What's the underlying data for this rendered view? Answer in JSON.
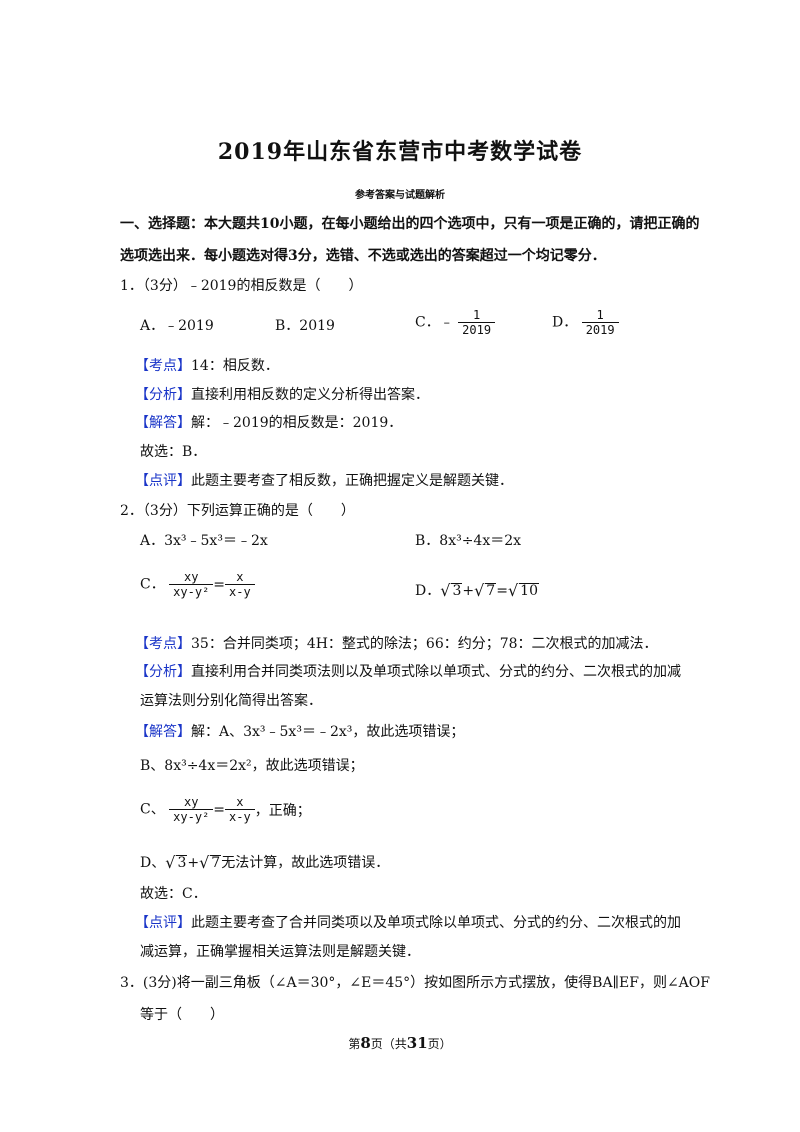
{
  "title": "2019年山东省东营市中考数学试卷",
  "subtitle": "参考答案与试题解析",
  "section": {
    "line1": "一、选择题：本大题共10小题，在每小题给出的四个选项中，只有一项是正确的，请把正确的",
    "line2": "选项选出来．每小题选对得3分，选错、不选或选出的答案超过一个均记零分．"
  },
  "q1": {
    "stem": "1．（3分）﹣2019的相反数是（　　）",
    "optA": "A．﹣2019",
    "optB": "B．2019",
    "optC_label": "C．﹣",
    "optD_label": "D．",
    "frac_num": "1",
    "frac_den": "2019",
    "kaodian_tag": "【考点】",
    "kaodian": "14：相反数．",
    "fenxi_tag": "【分析】",
    "fenxi": "直接利用相反数的定义分析得出答案．",
    "jieda_tag": "【解答】",
    "jieda": "解：﹣2019的相反数是：2019．",
    "guxuan": "故选：B．",
    "dianping_tag": "【点评】",
    "dianping": "此题主要考查了相反数，正确把握定义是解题关键．"
  },
  "q2": {
    "stem": "2．（3分）下列运算正确的是（　　）",
    "optA": "A．3x³﹣5x³＝﹣2x",
    "optB": "B．8x³÷4x＝2x",
    "optC_label": "C．",
    "optD_label": "D．",
    "frac_left_num": "xy",
    "frac_left_den": "xy-y²",
    "frac_right_num": "x",
    "frac_right_den": "x-y",
    "sqrt3": "3",
    "sqrt7": "7",
    "sqrt10": "10",
    "kaodian_tag": "【考点】",
    "kaodian": "35：合并同类项；4H：整式的除法；66：约分；78：二次根式的加减法．",
    "fenxi_tag": "【分析】",
    "fenxi_1": "直接利用合并同类项法则以及单项式除以单项式、分式的约分、二次根式的加减",
    "fenxi_2": "运算法则分别化简得出答案．",
    "jieda_tag": "【解答】",
    "jieda_a": "解：A、3x³﹣5x³＝﹣2x³，故此选项错误；",
    "jieda_b": "B、8x³÷4x＝2x²，故此选项错误；",
    "jieda_c_label": "C、",
    "jieda_c_tail": "，正确；",
    "jieda_d_label": "D、",
    "jieda_d_tail": "无法计算，故此选项错误．",
    "guxuan": "故选：C．",
    "dianping_tag": "【点评】",
    "dianping_1": "此题主要考查了合并同类项以及单项式除以单项式、分式的约分、二次根式的加",
    "dianping_2": "减运算，正确掌握相关运算法则是解题关键．"
  },
  "q3": {
    "stem_1": "3．(3分)将一副三角板（∠A＝30°，∠E＝45°）按如图所示方式摆放，使得BA∥EF，则∠AOF",
    "stem_2": "等于（　　）"
  },
  "footer": {
    "pre": "第",
    "page": "8",
    "mid": "页（共",
    "total": "31",
    "post": "页）"
  }
}
